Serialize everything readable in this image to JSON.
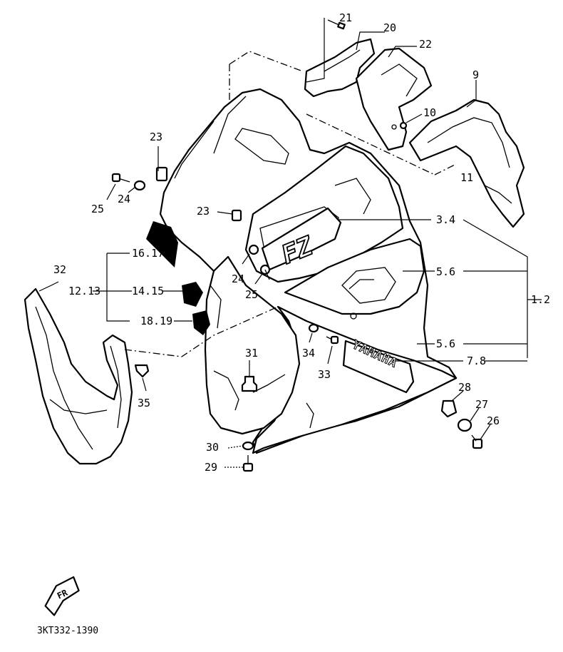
{
  "callouts": {
    "c21": "21",
    "c20": "20",
    "c22": "22",
    "c9": "9",
    "c10": "10",
    "c11": "11",
    "c23a": "23",
    "c25a": "25",
    "c24a": "24",
    "c23b": "23",
    "c3_4": "3.4",
    "c16_17": "16.17",
    "c32": "32",
    "c12_13": "12.13",
    "c14_15": "14.15",
    "c24b": "24",
    "c25b": "25",
    "c5_6a": "5.6",
    "c1_2": "1.2",
    "c18_19": "18.19",
    "c5_6b": "5.6",
    "c34": "34",
    "c31": "31",
    "c33": "33",
    "c7_8": "7.8",
    "c35": "35",
    "c28": "28",
    "c27": "27",
    "c26": "26",
    "c30": "30",
    "c29": "29"
  },
  "decals": {
    "fz_logo": "FZ",
    "yamaha_logo": "YAMAHA"
  },
  "front_arrow": "FR",
  "reference_code": "3KT332-1390"
}
